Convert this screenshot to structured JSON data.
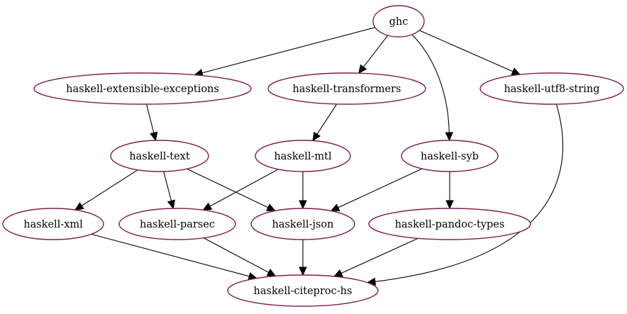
{
  "graph": {
    "node_border_color": "#7f1f4f",
    "edge_color": "#000000",
    "nodes": [
      {
        "id": "ghc",
        "label": "ghc"
      },
      {
        "id": "haskell-extensible-exceptions",
        "label": "haskell-extensible-exceptions"
      },
      {
        "id": "haskell-transformers",
        "label": "haskell-transformers"
      },
      {
        "id": "haskell-utf8-string",
        "label": "haskell-utf8-string"
      },
      {
        "id": "haskell-text",
        "label": "haskell-text"
      },
      {
        "id": "haskell-mtl",
        "label": "haskell-mtl"
      },
      {
        "id": "haskell-syb",
        "label": "haskell-syb"
      },
      {
        "id": "haskell-xml",
        "label": "haskell-xml"
      },
      {
        "id": "haskell-parsec",
        "label": "haskell-parsec"
      },
      {
        "id": "haskell-json",
        "label": "haskell-json"
      },
      {
        "id": "haskell-pandoc-types",
        "label": "haskell-pandoc-types"
      },
      {
        "id": "haskell-citeproc-hs",
        "label": "haskell-citeproc-hs"
      }
    ],
    "edges": [
      {
        "from": "ghc",
        "to": "haskell-extensible-exceptions"
      },
      {
        "from": "ghc",
        "to": "haskell-transformers"
      },
      {
        "from": "ghc",
        "to": "haskell-syb"
      },
      {
        "from": "ghc",
        "to": "haskell-utf8-string"
      },
      {
        "from": "haskell-extensible-exceptions",
        "to": "haskell-text"
      },
      {
        "from": "haskell-transformers",
        "to": "haskell-mtl"
      },
      {
        "from": "haskell-text",
        "to": "haskell-xml"
      },
      {
        "from": "haskell-text",
        "to": "haskell-parsec"
      },
      {
        "from": "haskell-text",
        "to": "haskell-json"
      },
      {
        "from": "haskell-mtl",
        "to": "haskell-parsec"
      },
      {
        "from": "haskell-mtl",
        "to": "haskell-json"
      },
      {
        "from": "haskell-syb",
        "to": "haskell-json"
      },
      {
        "from": "haskell-syb",
        "to": "haskell-pandoc-types"
      },
      {
        "from": "haskell-utf8-string",
        "to": "haskell-citeproc-hs"
      },
      {
        "from": "haskell-xml",
        "to": "haskell-citeproc-hs"
      },
      {
        "from": "haskell-parsec",
        "to": "haskell-citeproc-hs"
      },
      {
        "from": "haskell-json",
        "to": "haskell-citeproc-hs"
      },
      {
        "from": "haskell-pandoc-types",
        "to": "haskell-citeproc-hs"
      }
    ]
  }
}
